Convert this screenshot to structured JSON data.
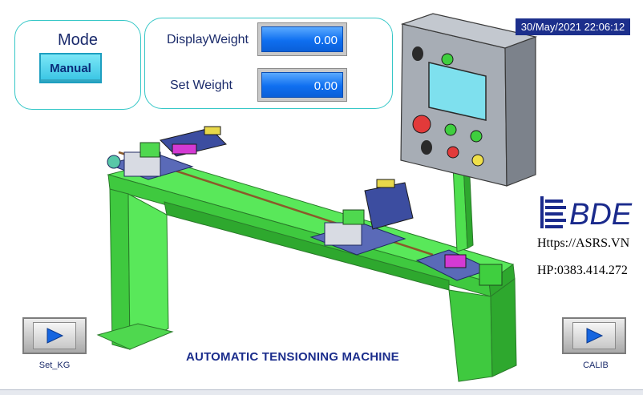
{
  "mode": {
    "title": "Mode",
    "button_label": "Manual"
  },
  "weights": {
    "display_label": "DisplayWeight",
    "display_value": "0.00",
    "set_label": "Set Weight",
    "set_value": "0.00"
  },
  "datetime": "30/May/2021 22:06:12",
  "machine_title": "AUTOMATIC TENSIONING MACHINE",
  "nav": {
    "left_caption": "Set_KG",
    "right_caption": "CALIB"
  },
  "brand": {
    "logo_text": "BDE",
    "url": "Https://ASRS.VN",
    "phone": "HP:0383.414.272"
  },
  "colors": {
    "frame_green": "#4fe04f",
    "panel_border": "#35c7c7",
    "field_blue": "#0f6ff0",
    "datetime_bg": "#1c2f8c",
    "cabinet_grey": "#9aa0a8",
    "title_blue": "#1b2d8c"
  }
}
